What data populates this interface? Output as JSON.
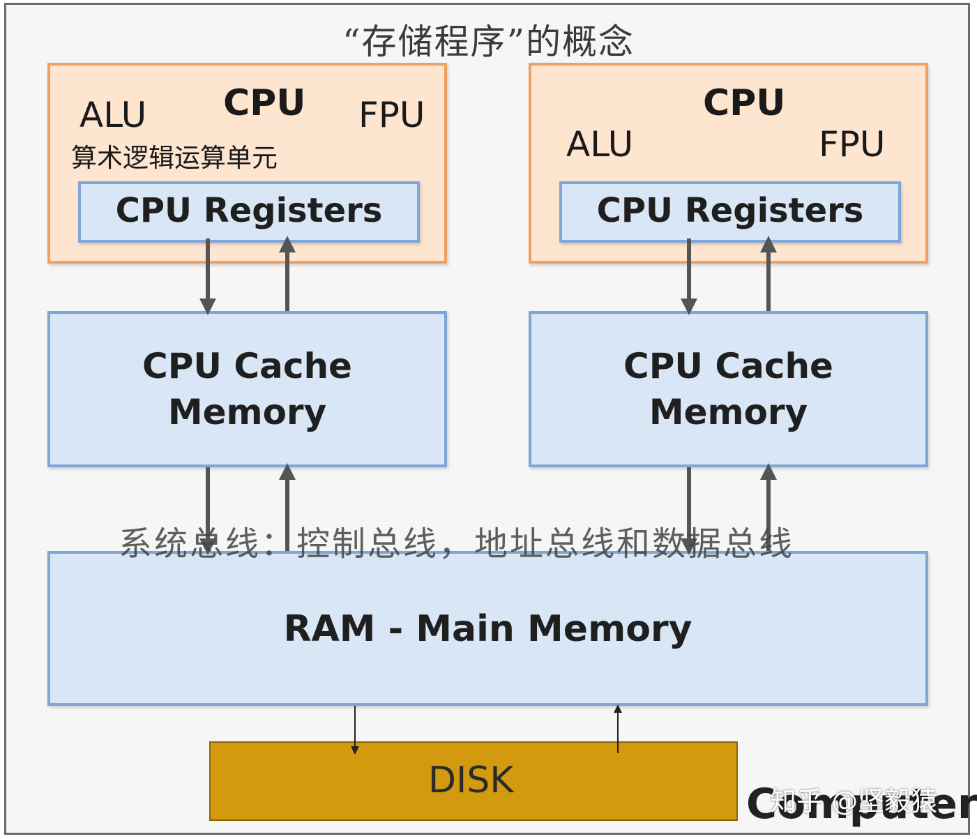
{
  "title": "“存储程序”的概念",
  "left_cpu": {
    "cpu_label": "CPU",
    "alu_label": "ALU",
    "fpu_label": "FPU",
    "alu_desc": "算术逻辑运算单元",
    "registers_label": "CPU Registers"
  },
  "right_cpu": {
    "cpu_label": "CPU",
    "alu_label": "ALU",
    "fpu_label": "FPU",
    "registers_label": "CPU Registers"
  },
  "left_cache": {
    "line1": "CPU Cache",
    "line2": "Memory"
  },
  "right_cache": {
    "line1": "CPU Cache",
    "line2": "Memory"
  },
  "bus_label": "系统总线：控制总线，地址总线和数据总线",
  "ram_label": "RAM - Main Memory",
  "disk_label": "DISK",
  "computer_label": "Computer",
  "watermark": "知乎 @坚毅猿",
  "colors": {
    "cpu_fill": "#fde5d0",
    "cpu_border": "#f0a061",
    "memory_fill": "#d9e6f5",
    "memory_border": "#7ea6d6",
    "disk_fill": "#d39a10",
    "arrow": "#555555"
  }
}
